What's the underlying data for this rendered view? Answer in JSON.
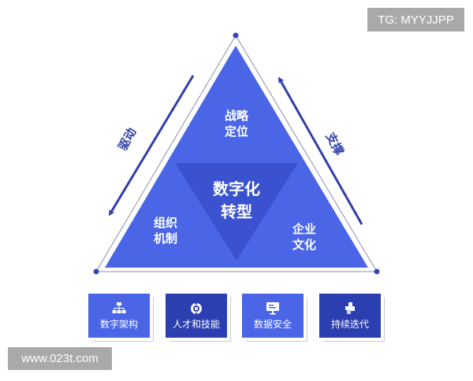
{
  "watermarks": {
    "top_right": "TG: MYYJJPP",
    "bottom_left": "www.023t.com"
  },
  "triangle": {
    "center_label": [
      "数字化",
      "转型"
    ],
    "top_label": [
      "战略",
      "定位"
    ],
    "left_label": [
      "组织",
      "机制"
    ],
    "right_label": [
      "企业",
      "文化"
    ]
  },
  "arrows": {
    "left_label": "驱动",
    "right_label": "支撑"
  },
  "boxes": [
    {
      "label": "数字架构",
      "icon": "org-chart-icon",
      "style": "light"
    },
    {
      "label": "人才和技能",
      "icon": "target-icon",
      "style": "dark"
    },
    {
      "label": "数据安全",
      "icon": "monitor-icon",
      "style": "light"
    },
    {
      "label": "持续迭代",
      "icon": "puzzle-blocks-icon",
      "style": "dark"
    }
  ],
  "colors": {
    "triangle_fill": "#4a66e6",
    "inverted_triangle_fill": "#3a52d0",
    "arrow": "#2f3fa8",
    "box_light": "#4a66e6",
    "box_dark": "#2c3fb0",
    "outline": "#8a8fa3",
    "watermark_bg": "#a9a9a9"
  }
}
